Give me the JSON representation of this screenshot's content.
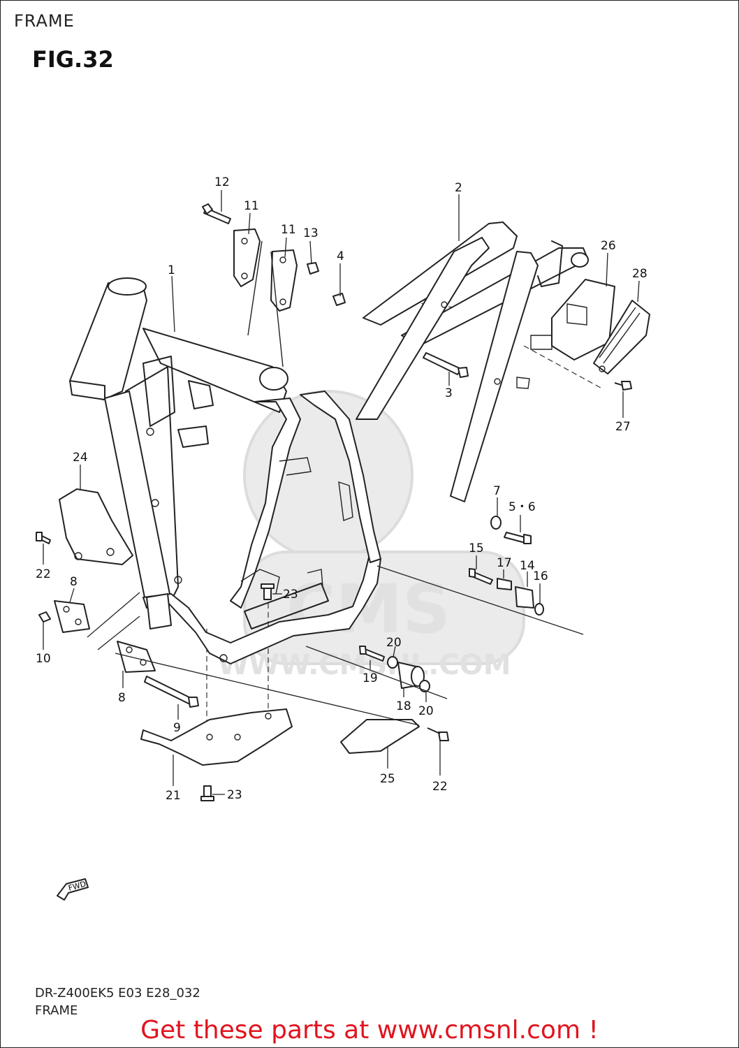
{
  "header": {
    "title": "FRAME",
    "figure": "FIG.32"
  },
  "callouts": [
    {
      "id": "12",
      "label": "12"
    },
    {
      "id": "11a",
      "label": "11"
    },
    {
      "id": "11b",
      "label": "11"
    },
    {
      "id": "13",
      "label": "13"
    },
    {
      "id": "4",
      "label": "4"
    },
    {
      "id": "2",
      "label": "2"
    },
    {
      "id": "26",
      "label": "26"
    },
    {
      "id": "28",
      "label": "28"
    },
    {
      "id": "1",
      "label": "1"
    },
    {
      "id": "3",
      "label": "3"
    },
    {
      "id": "27",
      "label": "27"
    },
    {
      "id": "24",
      "label": "24"
    },
    {
      "id": "7",
      "label": "7"
    },
    {
      "id": "56",
      "label": "5・6"
    },
    {
      "id": "22a",
      "label": "22"
    },
    {
      "id": "15",
      "label": "15"
    },
    {
      "id": "17",
      "label": "17"
    },
    {
      "id": "14",
      "label": "14"
    },
    {
      "id": "16",
      "label": "16"
    },
    {
      "id": "8a",
      "label": "8"
    },
    {
      "id": "23a",
      "label": "23"
    },
    {
      "id": "10",
      "label": "10"
    },
    {
      "id": "20a",
      "label": "20"
    },
    {
      "id": "19",
      "label": "19"
    },
    {
      "id": "8b",
      "label": "8"
    },
    {
      "id": "18",
      "label": "18"
    },
    {
      "id": "20b",
      "label": "20"
    },
    {
      "id": "9",
      "label": "9"
    },
    {
      "id": "25",
      "label": "25"
    },
    {
      "id": "22b",
      "label": "22"
    },
    {
      "id": "21",
      "label": "21"
    },
    {
      "id": "23b",
      "label": "23"
    }
  ],
  "fwd_label": "FWD",
  "watermark": {
    "text": "WWW.CMSNL.COM",
    "logo": "CMS"
  },
  "footer": {
    "code": "DR-Z400EK5 E03 E28_032",
    "name": "FRAME",
    "cta": "Get these parts at www.cmsnl.com !",
    "cta_color": "#e0141e"
  }
}
